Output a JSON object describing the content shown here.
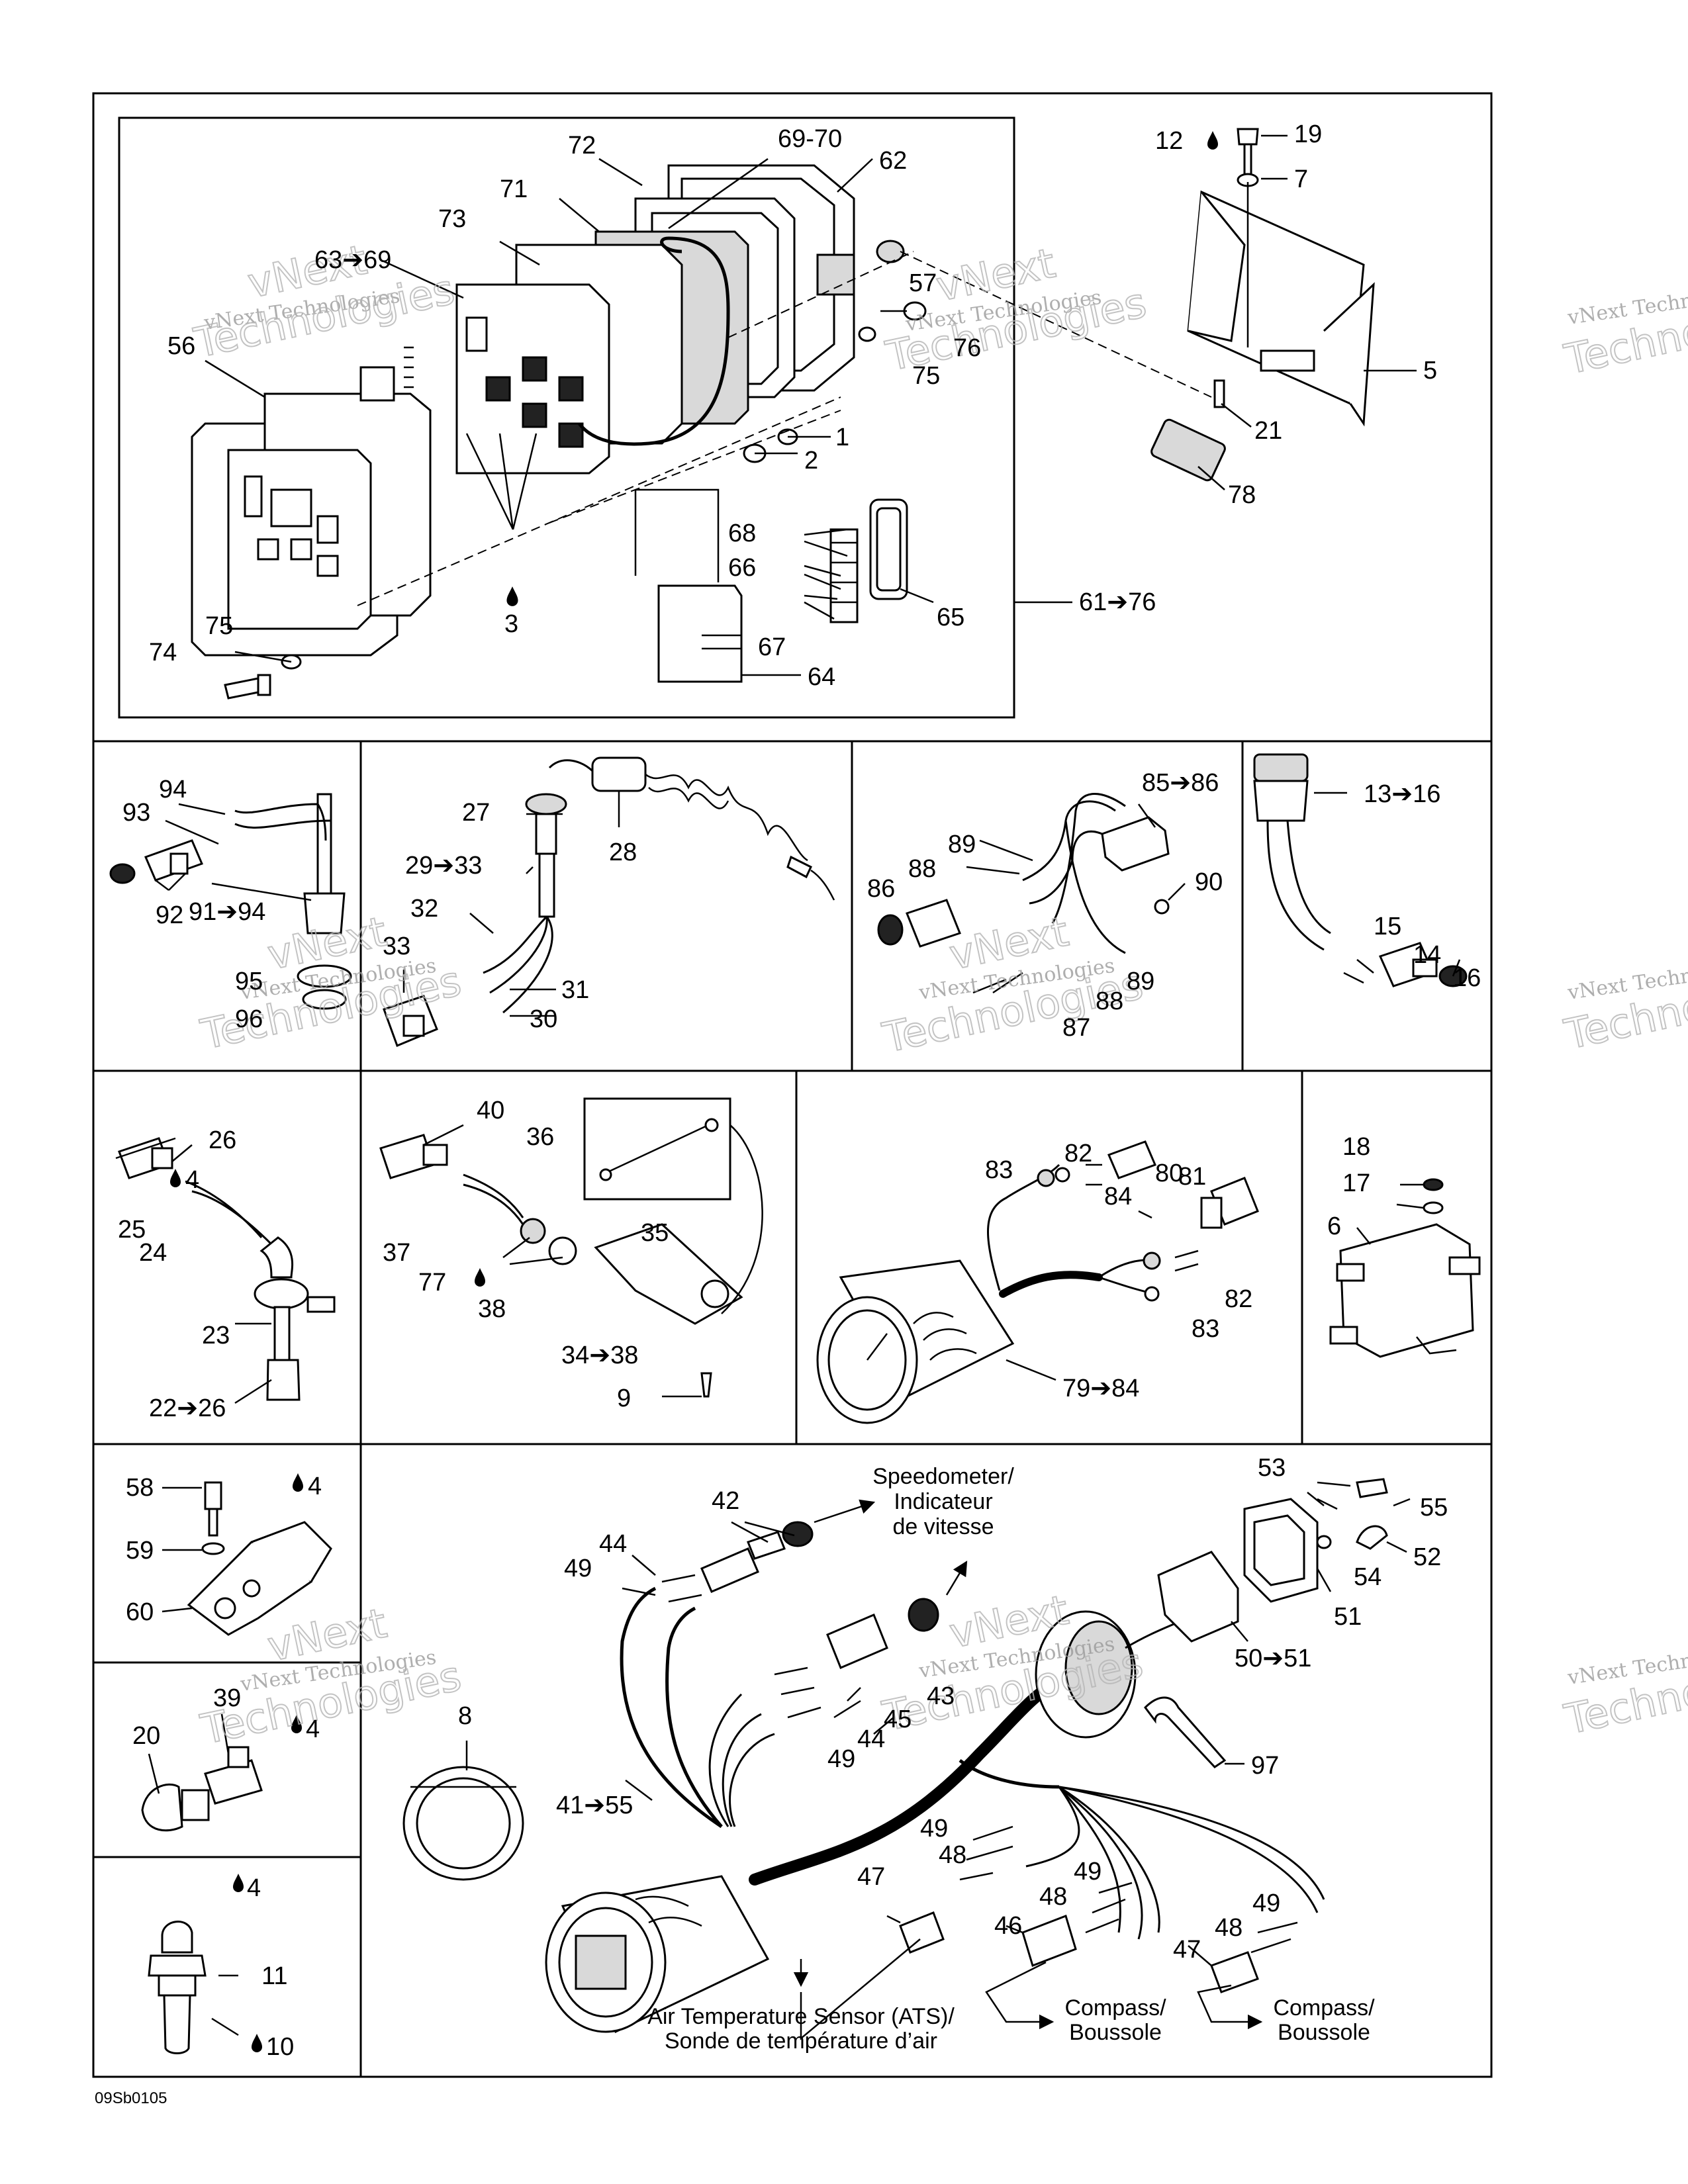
{
  "image_code": "09Sb0105",
  "watermark_text_small": "vNext Technologies",
  "watermark_word_1": "vNext",
  "watermark_word_2": "Technologies",
  "callouts": {
    "n72": "72",
    "n6970": "69-70",
    "n62": "62",
    "n71": "71",
    "n73": "73",
    "n6369": "63➔69",
    "n57": "57",
    "n56": "56",
    "n76": "76",
    "n75a": "75",
    "n1": "1",
    "n2": "2",
    "n68": "68",
    "n66": "66",
    "n67": "67",
    "n65": "65",
    "n64": "64",
    "n3": "3",
    "n75b": "75",
    "n74": "74",
    "n6176": "61➔76",
    "n12": "12",
    "n19": "19",
    "n7": "7",
    "n5": "5",
    "n21": "21",
    "n78": "78",
    "n94": "94",
    "n93": "93",
    "n92": "92",
    "n9194": "91➔94",
    "n95": "95",
    "n96": "96",
    "n27": "27",
    "n28": "28",
    "n2933": "29➔33",
    "n32": "32",
    "n33": "33",
    "n31": "31",
    "n30": "30",
    "n8586": "85➔86",
    "n89a": "89",
    "n88a": "88",
    "n86": "86",
    "n90": "90",
    "n89b": "89",
    "n88b": "88",
    "n87": "87",
    "n1316": "13➔16",
    "n15": "15",
    "n14": "14",
    "n16": "16",
    "n4a": "4",
    "n26": "26",
    "n25": "25",
    "n24": "24",
    "n23": "23",
    "n2226": "22➔26",
    "n40": "40",
    "n36": "36",
    "n37": "37",
    "n77": "77",
    "n38": "38",
    "n35": "35",
    "n3438": "34➔38",
    "n9": "9",
    "n82a": "82",
    "n83a": "83",
    "n81": "81",
    "n84": "84",
    "n80": "80",
    "n82b": "82",
    "n83b": "83",
    "n7984": "79➔84",
    "n18": "18",
    "n17": "17",
    "n6": "6",
    "n58": "58",
    "n4b": "4",
    "n59": "59",
    "n60": "60",
    "n39": "39",
    "n20": "20",
    "n4c": "4",
    "n4d": "4",
    "n11": "11",
    "n10": "10",
    "n8": "8",
    "n42": "42",
    "n44a": "44",
    "n49a": "49",
    "n53": "53",
    "n55": "55",
    "n52": "52",
    "n54": "54",
    "n51": "51",
    "n5051": "50➔51",
    "n43": "43",
    "n45": "45",
    "n44b": "44",
    "n49b": "49",
    "n97": "97",
    "n4155": "41➔55",
    "n49c": "49",
    "n48a": "48",
    "n47a": "47",
    "n49d": "49",
    "n48b": "48",
    "n46": "46",
    "n49e": "49",
    "n48c": "48",
    "n47b": "47"
  },
  "notes": {
    "speedometer_line1": "Speedometer/",
    "speedometer_line2": "Indicateur",
    "speedometer_line3": "de vitesse",
    "ats_line1": "Air Temperature Sensor (ATS)/",
    "ats_line2": "Sonde de température d’air",
    "compass1_line1": "Compass/",
    "compass1_line2": "Boussole",
    "compass2_line1": "Compass/",
    "compass2_line2": "Boussole"
  },
  "icons": {
    "drop": "liquid-drop-icon",
    "arrow": "arrow-icon"
  },
  "colors": {
    "line": "#000000",
    "watermark": "#9a9a9a",
    "paper": "#ffffff"
  }
}
